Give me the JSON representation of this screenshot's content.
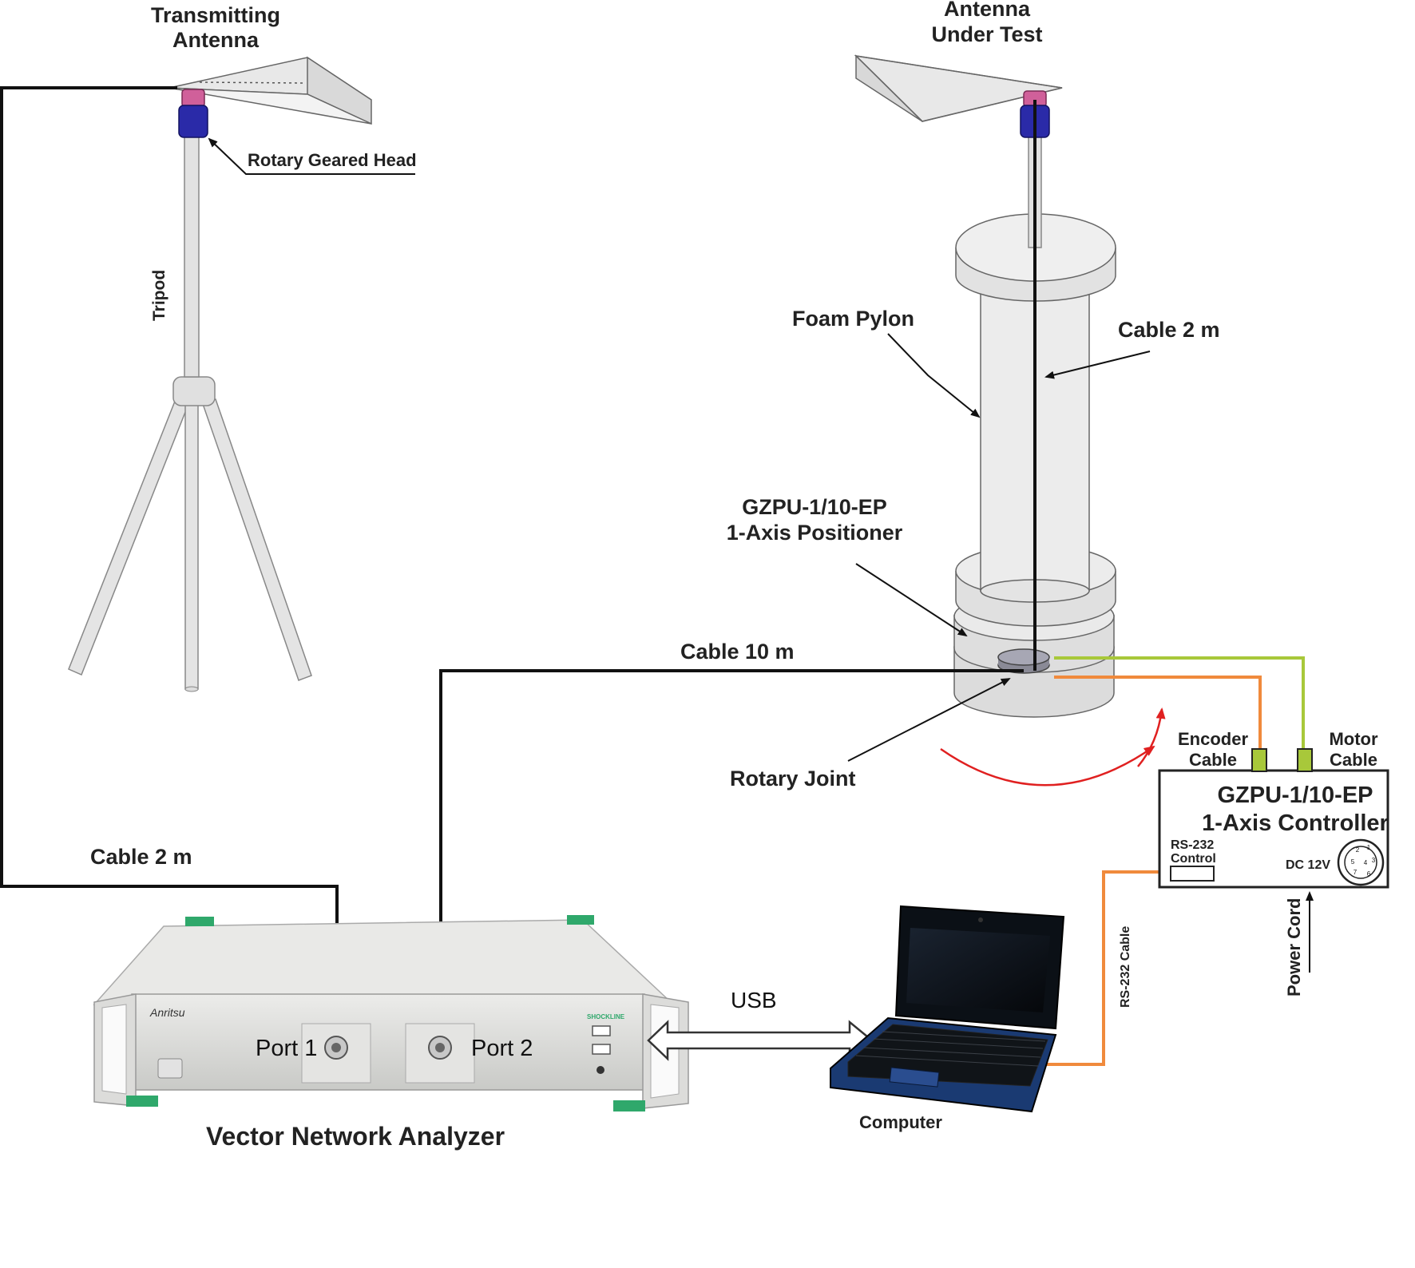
{
  "labels": {
    "transmitting_antenna": [
      "Transmitting",
      "Antenna"
    ],
    "antenna_under_test": [
      "Antenna",
      "Under Test"
    ],
    "rotary_geared_head": "Rotary Geared Head",
    "tripod": "Tripod",
    "foam_pylon": "Foam Pylon",
    "cable_2m_pylon": "Cable 2 m",
    "positioner": [
      "GZPU-1/10-EP",
      "1-Axis Positioner"
    ],
    "cable_10m": "Cable 10 m",
    "rotary_joint": "Rotary Joint",
    "encoder_cable": [
      "Encoder",
      "Cable"
    ],
    "motor_cable": [
      "Motor",
      "Cable"
    ],
    "controller": [
      "GZPU-1/10-EP",
      "1-Axis Controller"
    ],
    "rs232_control": [
      "RS-232",
      "Control"
    ],
    "dc_12v": "DC 12V",
    "power_cord": "Power Cord",
    "rs232_cable": "RS-232 Cable",
    "cable_2m_left": "Cable 2 m",
    "usb": "USB",
    "port1": "Port 1",
    "port2": "Port 2",
    "vna": "Vector Network Analyzer",
    "computer": "Computer",
    "vna_brand": "Anritsu",
    "vna_series": "SHOCKLINE",
    "connector_pins": [
      "1",
      "2",
      "3",
      "4",
      "5",
      "6",
      "7"
    ]
  },
  "colors": {
    "cable_black": "#111111",
    "cable_orange": "#f08a3c",
    "cable_green": "#a8c83a",
    "rotation_arrow": "#e02020",
    "head_pink": "#d0609a",
    "head_blue": "#2a2aa8",
    "instrument_gray": "#d8d9d6",
    "accent_green": "#2fa86b"
  }
}
